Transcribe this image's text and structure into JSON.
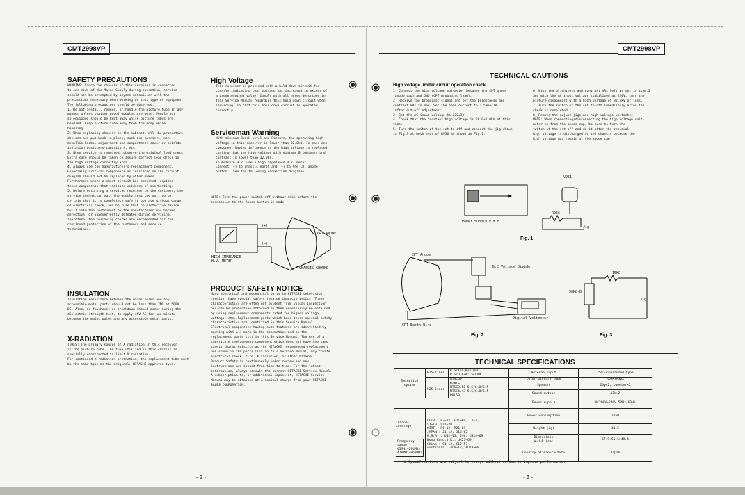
{
  "header": {
    "model_left": "CMT2998VP",
    "model_right": "CMT2998VP"
  },
  "left_page": {
    "safety": {
      "title": "SAFETY PRECAUTIONS",
      "text": "WARNING: Since the chassis of this receiver is connected\nto one side of the Mains Supply during operation, service\nshould not be attempted by anyone unfamiliar with the\nprecautions necessary when working on this type of equipment.\nThe following precautions should be observed.\n1. Do not install, remove, or handle the picture tube in any\n   manner unless shatter-proof goggles are worn. People not\n   so equipped should be kept away while picture tubes are\n   handled. Keep picture tube away from the body while\n   handling.\n2. When replacing chassis in the cabinet, all the protective\n   devices are put back in place, such as; barriers, non-\n   metallic knobs, adjustment and compartment cover or shields,\n   isolation resistors-capacitors, etc.\n3. When service is required, observe the original lead dress.\n   Extra care should be taken to assure correct lead dress in\n   the high voltage circuitry area.\n4. Always use the manufacturer's replacement component.\n   Especially critical components as indicated on the circuit\n   diagram should not be replaced by other makes.\n   Furthermore where a short circuit has occurred, replace\n   those components that indicate evidence of overheating.\n5. Before returning a serviced receiver to the customer, the\n   service technician must thoroughly test the unit to be\n   certain that it is completely safe to operate without danger\n   of electrical shock, and be sure that no protective device\n   built into the instrument by the manufacturer has become\n   defective, or inadvertently defeated during servicing.\n   Therefore, the following checks are recommended for the\n   continued protection of the customers and service\n   technicians."
    },
    "insulation": {
      "title": "INSULATION",
      "text": "Insulation resistance between the mains poles and any\naccessible metal parts should not be less than 7MΩ at 500V\nDC. Also, no flashover or breakdown should occur during the\ndielectric strength test, to apply 4KV AC for one minute\nbetween the mains poles and any accessible metal parts."
    },
    "xray": {
      "title": "X-RADIATION",
      "text": "TUBES: The primary source of X radiation in this receiver\nis the picture tube. The tube utilized in this chassis is\nspecially constructed to limit X radiation.\nFor continued X radiation protection, the replacement tube must\nbe the same type as the original, HITACHI approved type."
    },
    "high_voltage": {
      "title": "High Voltage",
      "text": "This receiver is provided with a hold down circuit for\nclearly indicating that voltage has increased in excess of\na predetermined value. Comply with all notes described in\nthis Service Manual regarding this hold down circuit when\nservicing, so that this hold down circuit is operated\ncorrectly."
    },
    "serviceman": {
      "title": "Serviceman Warning",
      "text": "With minimum Black Level and Picture, the operating high\nvoltage in this receiver is lower than 32.0kV. In case any\ncomponent having influence on the high voltage is replaced,\nconfirm that the high voltage with minimum Brightness and\ncontrast is lower than 32.0kV.\nTo measure H.V. use a high impedance H.V. meter.\nConnect (−) to chassis earth and (+) to the CRT anode\nbutton. (See the following connection diagram)."
    },
    "note": {
      "text": "NOTE: Turn the power switch off without fail before the\n      connection to the Anode button is made."
    },
    "hv_diagram": {
      "plus": "(+)",
      "minus": "(−)",
      "crt_anode": "CRT ANODE",
      "meter": "HIGH IMPEDANCE\nH.V. METER",
      "chassis_ground": "CHASSIS GROUND"
    },
    "product_safety": {
      "title": "PRODUCT SAFETY NOTICE",
      "text": "Many electrical and mechanical parts in HITACHI television\nreceiver have special safety related characteristics. These\ncharacteristics are often not evident from visual inspection\nnor can be protection afforded by them necessarily be obtained\nby using replacement components rated for higher voltage,\nwattage, etc. Replacement parts which have these special safety\ncharacteristics are identified in this Service Manual.\nElectrical components having such features are identified by\nmarking with a ⚠ mark in the schematics and on the\nreplacement parts list in this Service Manual. The use of a\nsubstitute replacement component which does not have the same\nsafety characteristics as the HITACHI recommended replacement\none shown in the parts list in this Service Manual, may create\nelectrical shock, fire, X radiation, or other hazards.\nProduct Safety is continuously under review and new\ninstructions are issued from time to time. For the latest\ninformation, always consult the current HITACHI Service Manual.\nA subscription to, or additional copies of, HITACHI Service\nManual may be obtained at a nominal charge from your HITACHI\nSALES CORPORATION."
    },
    "page_number": "- 2 -"
  },
  "right_page": {
    "technical_cautions": {
      "title": "TECHNICAL CAUTIONS",
      "subtitle": "High voltage limiter circuit operation check",
      "col1": "1. Connect the high voltage voltmeter between the CPT anode\n   (anode cap) and GND (CPT grounding lead).\n2. Receive the broadcast signal and set the brightness and\n   contrast VRs to max. Set the beam current to 1.50mA±10.\n   (After cut-off adjustment)\n3. Set the AC input voltage to 220±3V.\n4. Check that the constant high voltage is 28.0±1.0kV at this\n   time.\n5. Turn the switch of the set to off and connect the jig shown\n   in Fig.3 at both ends of R956 as shown in Fig.1.",
      "col2": "6. With the brightness and contrast VRs left as set in item.2\n   and with the AC input voltage stabilized at 220V, turn the\n   picture disappears with a high voltage of 32.5kV or less.\n7. Turn the switch of the set to off immediately after the\n   check is completed.\n8. Remove the adjust jigs and high voltage voltmeter.\nNOTE: When connecting/disconnecting the high voltage volt-\n      meter to from the anode cap, be sure to turn the\n      switch of the set off and do it after the residual\n      high voltage is discharged to the chassis because the\n      high voltage may remain at the anode cap."
    },
    "fig1": {
      "caption": "Fig. 1",
      "power_supply": "Power Supply P.W.B.",
      "v951": "V951",
      "r956": "R956",
      "jig": "Jig"
    },
    "fig2": {
      "caption": "Fig. 2",
      "cpt_anode": "CPT Anode",
      "dc_divide": "D.C Voltage Divide",
      "digital_voltmeter": "Digital Voltmeter",
      "earth_wire": "CPT Earth Wire"
    },
    "fig3": {
      "caption": "Fig. 3",
      "r1": "15KΩ",
      "r2": "50KΩ-B",
      "jig": "Jig"
    },
    "specs": {
      "title": "TECHNICAL SPECIFICATIONS",
      "reception_label": "Reception system",
      "reception_625a": "625-lines",
      "reception_625a_val": "B.G/I/D,K/K PAL\nB.G/D,K/K' SECAM",
      "reception_ntsc": "NTSC60",
      "reception_525": "525-lines",
      "reception_525_val": "M/NTSC\nNTSC3.58-5.5/6.0/6.5\nNTSC4.43-5.5/6.0/6.5\nPAL60",
      "channel_label": "Channel coverage",
      "frequency_label": "Frequency range\n45MHz~294MHz\n470MHz~863MHz",
      "channels": "CCIR  : E2~12, E21~69, C1~3,\n        S1~10, S11~20\nOIRT  : R1~12, R21~69\nJAPAN : J1~12, J13~62\nU.S.A. : US2~13, J~W, US14~69\nHong Kong,U.K.: UK21~69\nChina  : C1~12, C13~57\nAustralia : AU0~12, AU28~69",
      "right_rows": [
        {
          "label": "Antenna input",
          "value": "75Ω unbalanced type"
        },
        {
          "label": "Color picture tube",
          "value": "A69KSA30X"
        },
        {
          "label": "Speaker",
          "value": "10φ×2, tweeter×2"
        },
        {
          "label": "Sound output",
          "value": "12W×2"
        },
        {
          "label": "Power supply",
          "value": "AC200V~240V 50Hz/60Hz"
        },
        {
          "label": "Power consumption",
          "value": "185W"
        },
        {
          "label": "Weight (kg)",
          "value": "41.5"
        },
        {
          "label": "Dimensions\nW×H×D (cm)",
          "value": "67.9×56.5×48.4"
        },
        {
          "label": "Country of manufacture",
          "value": "Japan"
        }
      ],
      "footnote": "※ Specifications are subject to change without notice to improve performance."
    },
    "page_number": "- 3 -"
  }
}
